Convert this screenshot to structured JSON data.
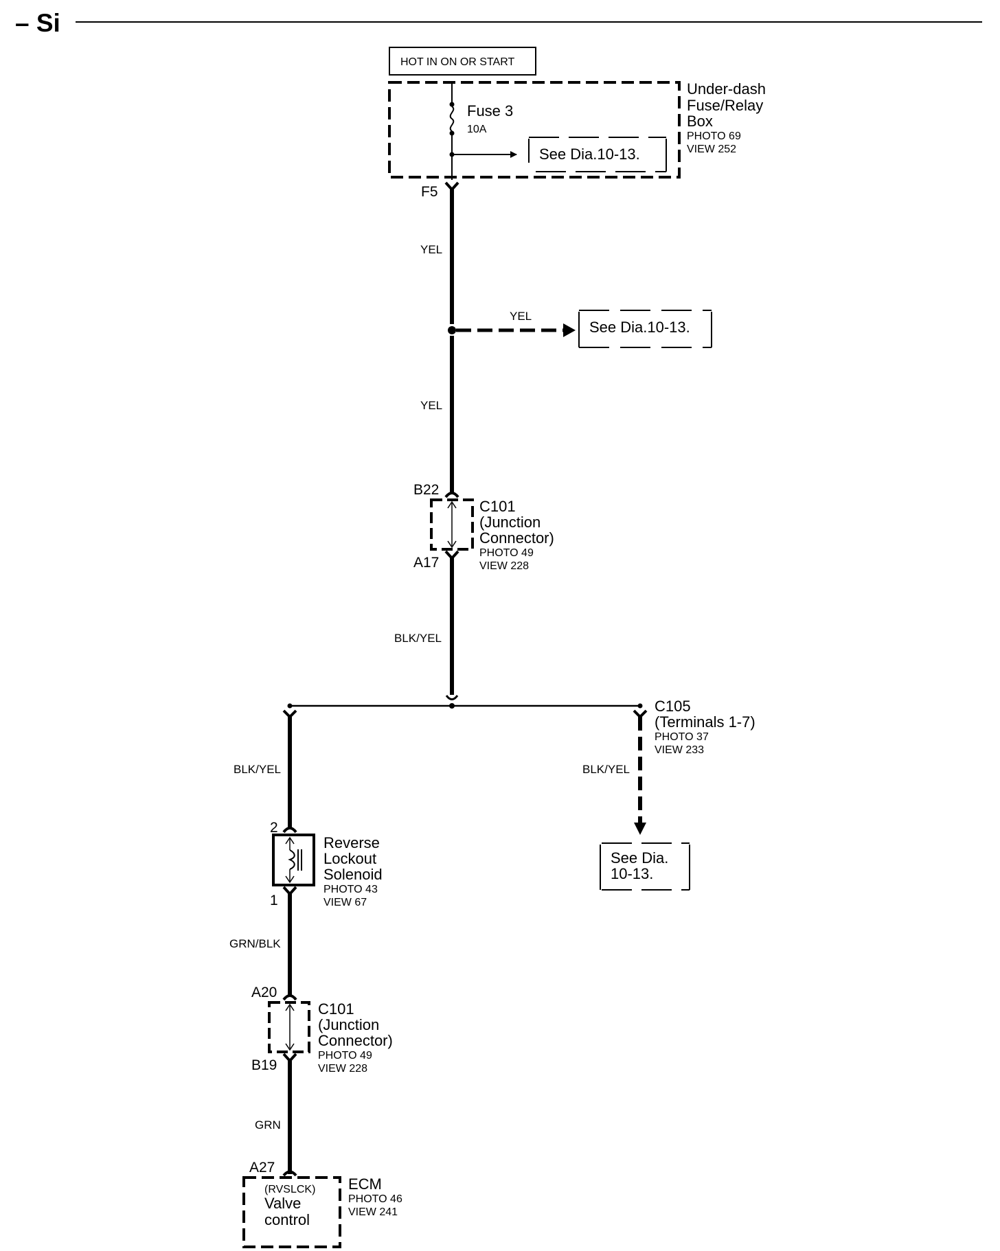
{
  "header": {
    "title": "– Si"
  },
  "power": {
    "label": "HOT IN ON OR START"
  },
  "fuse_box": {
    "name_lines": [
      "Under-dash",
      "Fuse/Relay",
      "Box"
    ],
    "photo": "PHOTO 69",
    "view": "VIEW 252",
    "fuse_name": "Fuse 3",
    "fuse_rating": "10A",
    "ref": "See Dia.10-13."
  },
  "terminals": {
    "f5": "F5",
    "b22": "B22",
    "a17": "A17",
    "t2": "2",
    "t1": "1",
    "a20": "A20",
    "b19": "B19",
    "a27": "A27"
  },
  "wires": {
    "w1": "YEL",
    "w2": "YEL",
    "w3": "YEL",
    "w4": "BLK/YEL",
    "w5": "BLK/YEL",
    "w6": "BLK/YEL",
    "w7": "GRN/BLK",
    "w8": "GRN"
  },
  "splice_ref": "See Dia.10-13.",
  "c101_top": {
    "name_lines": [
      "C101",
      "(Junction",
      "Connector)"
    ],
    "photo": "PHOTO 49",
    "view": "VIEW 228"
  },
  "c105": {
    "name_lines": [
      "C105",
      "(Terminals 1-7)"
    ],
    "photo": "PHOTO 37",
    "view": "VIEW 233",
    "ref_lines": [
      "See Dia.",
      "10-13."
    ]
  },
  "solenoid": {
    "name_lines": [
      "Reverse",
      "Lockout",
      "Solenoid"
    ],
    "photo": "PHOTO 43",
    "view": "VIEW 67"
  },
  "c101_bottom": {
    "name_lines": [
      "C101",
      "(Junction",
      "Connector)"
    ],
    "photo": "PHOTO 49",
    "view": "VIEW 228"
  },
  "ecm": {
    "name": "ECM",
    "photo": "PHOTO 46",
    "view": "VIEW 241",
    "pin_lines": [
      "(RVSLCK)",
      "Valve",
      "control"
    ]
  }
}
